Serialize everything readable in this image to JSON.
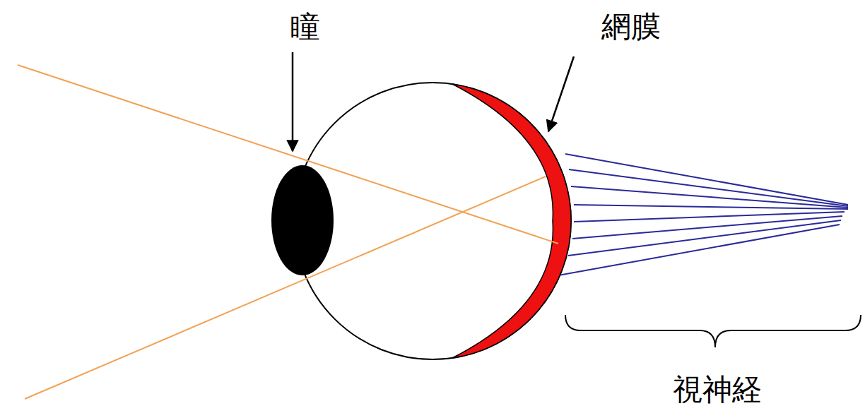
{
  "diagram": {
    "labels": [
      "瞳",
      "網膜",
      "視神経"
    ]
  }
}
